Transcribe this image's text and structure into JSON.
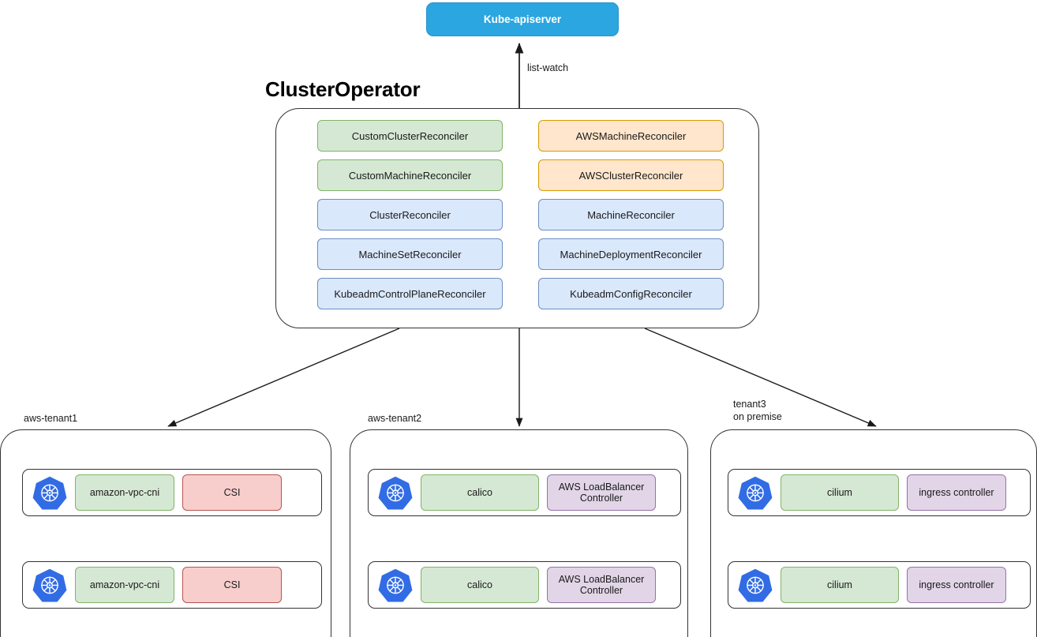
{
  "diagram": {
    "title": "ClusterOperator",
    "apiserver": {
      "label": "Kube-apiserver"
    },
    "edges": {
      "list_watch": "list-watch"
    }
  },
  "operator": {
    "title": "ClusterOperator",
    "columns": {
      "left": [
        {
          "label": "CustomClusterReconciler",
          "color": "green"
        },
        {
          "label": "CustomMachineReconciler",
          "color": "green"
        },
        {
          "label": "ClusterReconciler",
          "color": "blue"
        },
        {
          "label": "MachineSetReconciler",
          "color": "blue"
        },
        {
          "label": "KubeadmControlPlaneReconciler",
          "color": "blue"
        }
      ],
      "right": [
        {
          "label": "AWSMachineReconciler",
          "color": "orange"
        },
        {
          "label": "AWSClusterReconciler",
          "color": "orange"
        },
        {
          "label": "MachineReconciler",
          "color": "blue"
        },
        {
          "label": "MachineDeploymentReconciler",
          "color": "blue"
        },
        {
          "label": "KubeadmConfigReconciler",
          "color": "blue"
        }
      ]
    }
  },
  "tenants": [
    {
      "label": "aws-tenant1",
      "clusters": [
        {
          "icon": "kubernetes-icon",
          "addons": [
            {
              "label": "amazon-vpc-cni",
              "color": "green"
            },
            {
              "label": "CSI",
              "color": "red"
            }
          ]
        },
        {
          "icon": "kubernetes-icon",
          "addons": [
            {
              "label": "amazon-vpc-cni",
              "color": "green"
            },
            {
              "label": "CSI",
              "color": "red"
            }
          ]
        }
      ]
    },
    {
      "label": "aws-tenant2",
      "clusters": [
        {
          "icon": "kubernetes-icon",
          "addons": [
            {
              "label": "calico",
              "color": "green"
            },
            {
              "label": "AWS LoadBalancer Controller",
              "color": "purple"
            }
          ]
        },
        {
          "icon": "kubernetes-icon",
          "addons": [
            {
              "label": "calico",
              "color": "green"
            },
            {
              "label": "AWS LoadBalancer Controller",
              "color": "purple"
            }
          ]
        }
      ]
    },
    {
      "label": "tenant3\non premise",
      "clusters": [
        {
          "icon": "kubernetes-icon",
          "addons": [
            {
              "label": "cilium",
              "color": "green"
            },
            {
              "label": "ingress controller",
              "color": "purple"
            }
          ]
        },
        {
          "icon": "kubernetes-icon",
          "addons": [
            {
              "label": "cilium",
              "color": "green"
            },
            {
              "label": "ingress controller",
              "color": "purple"
            }
          ]
        }
      ]
    }
  ],
  "colors": {
    "apiserver_blue": "#2ba6e0",
    "green_fill": "#d5e8d4",
    "green_stroke": "#82b366",
    "orange_fill": "#ffe6cc",
    "orange_stroke": "#d79b00",
    "blue_fill": "#dae8fc",
    "blue_stroke": "#6c8ebf",
    "red_fill": "#f8cecc",
    "red_stroke": "#b85450",
    "purple_fill": "#e1d5e7",
    "purple_stroke": "#9673a6",
    "kubernetes_blue": "#326ce5",
    "edge_stroke": "#333333"
  }
}
